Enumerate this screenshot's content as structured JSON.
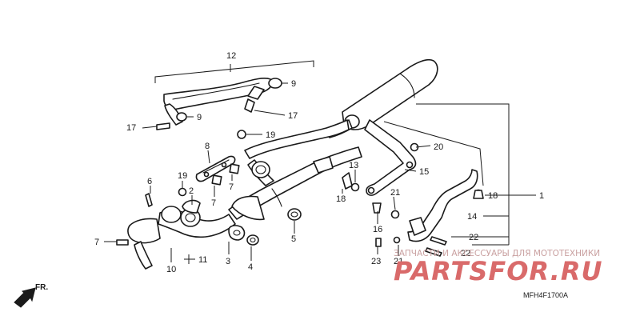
{
  "diagram": {
    "callouts": [
      "1",
      "2",
      "3",
      "4",
      "5",
      "6",
      "7",
      "8",
      "9",
      "10",
      "11",
      "12",
      "13",
      "14",
      "15",
      "16",
      "17",
      "18",
      "19",
      "20",
      "21",
      "22",
      "23"
    ],
    "front_label": "FR.",
    "diagram_code": "MFH4F1700A"
  },
  "watermark": {
    "caption": "ЗАПЧАСТИ И АКСЕССУАРЫ ДЛЯ МОТОТЕХНИКИ",
    "logo_text": "PARTSFOR.RU"
  }
}
